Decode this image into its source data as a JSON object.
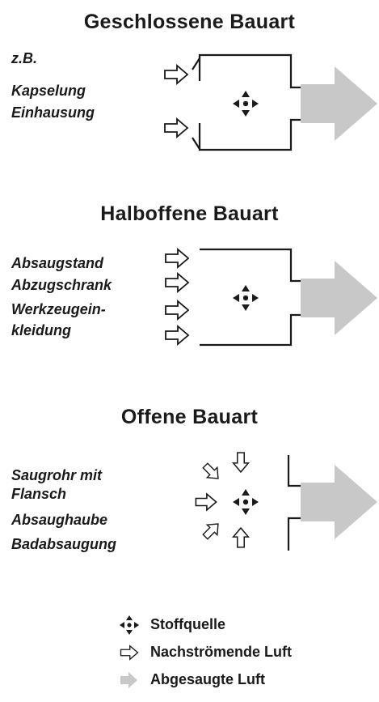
{
  "sections": [
    {
      "title": "Geschlossene Bauart",
      "labels": [
        "z.B.",
        "Kapselung",
        "Einhausung"
      ]
    },
    {
      "title": "Halboffene Bauart",
      "labels": [
        "Absaugstand",
        "Abzugschrank",
        "Werkzeugein-",
        "kleidung"
      ]
    },
    {
      "title": "Offene Bauart",
      "labels": [
        "Saugrohr mit",
        "Flansch",
        "Absaughaube",
        "Badabsaugung"
      ]
    }
  ],
  "legend": {
    "source": "Stoffquelle",
    "inflow": "Nachströmende Luft",
    "exhaust": "Abgesaugte Luft"
  },
  "colors": {
    "text": "#1a1a1a",
    "line": "#1a1a1a",
    "exhaust_arrow": "#c8c8c8"
  }
}
